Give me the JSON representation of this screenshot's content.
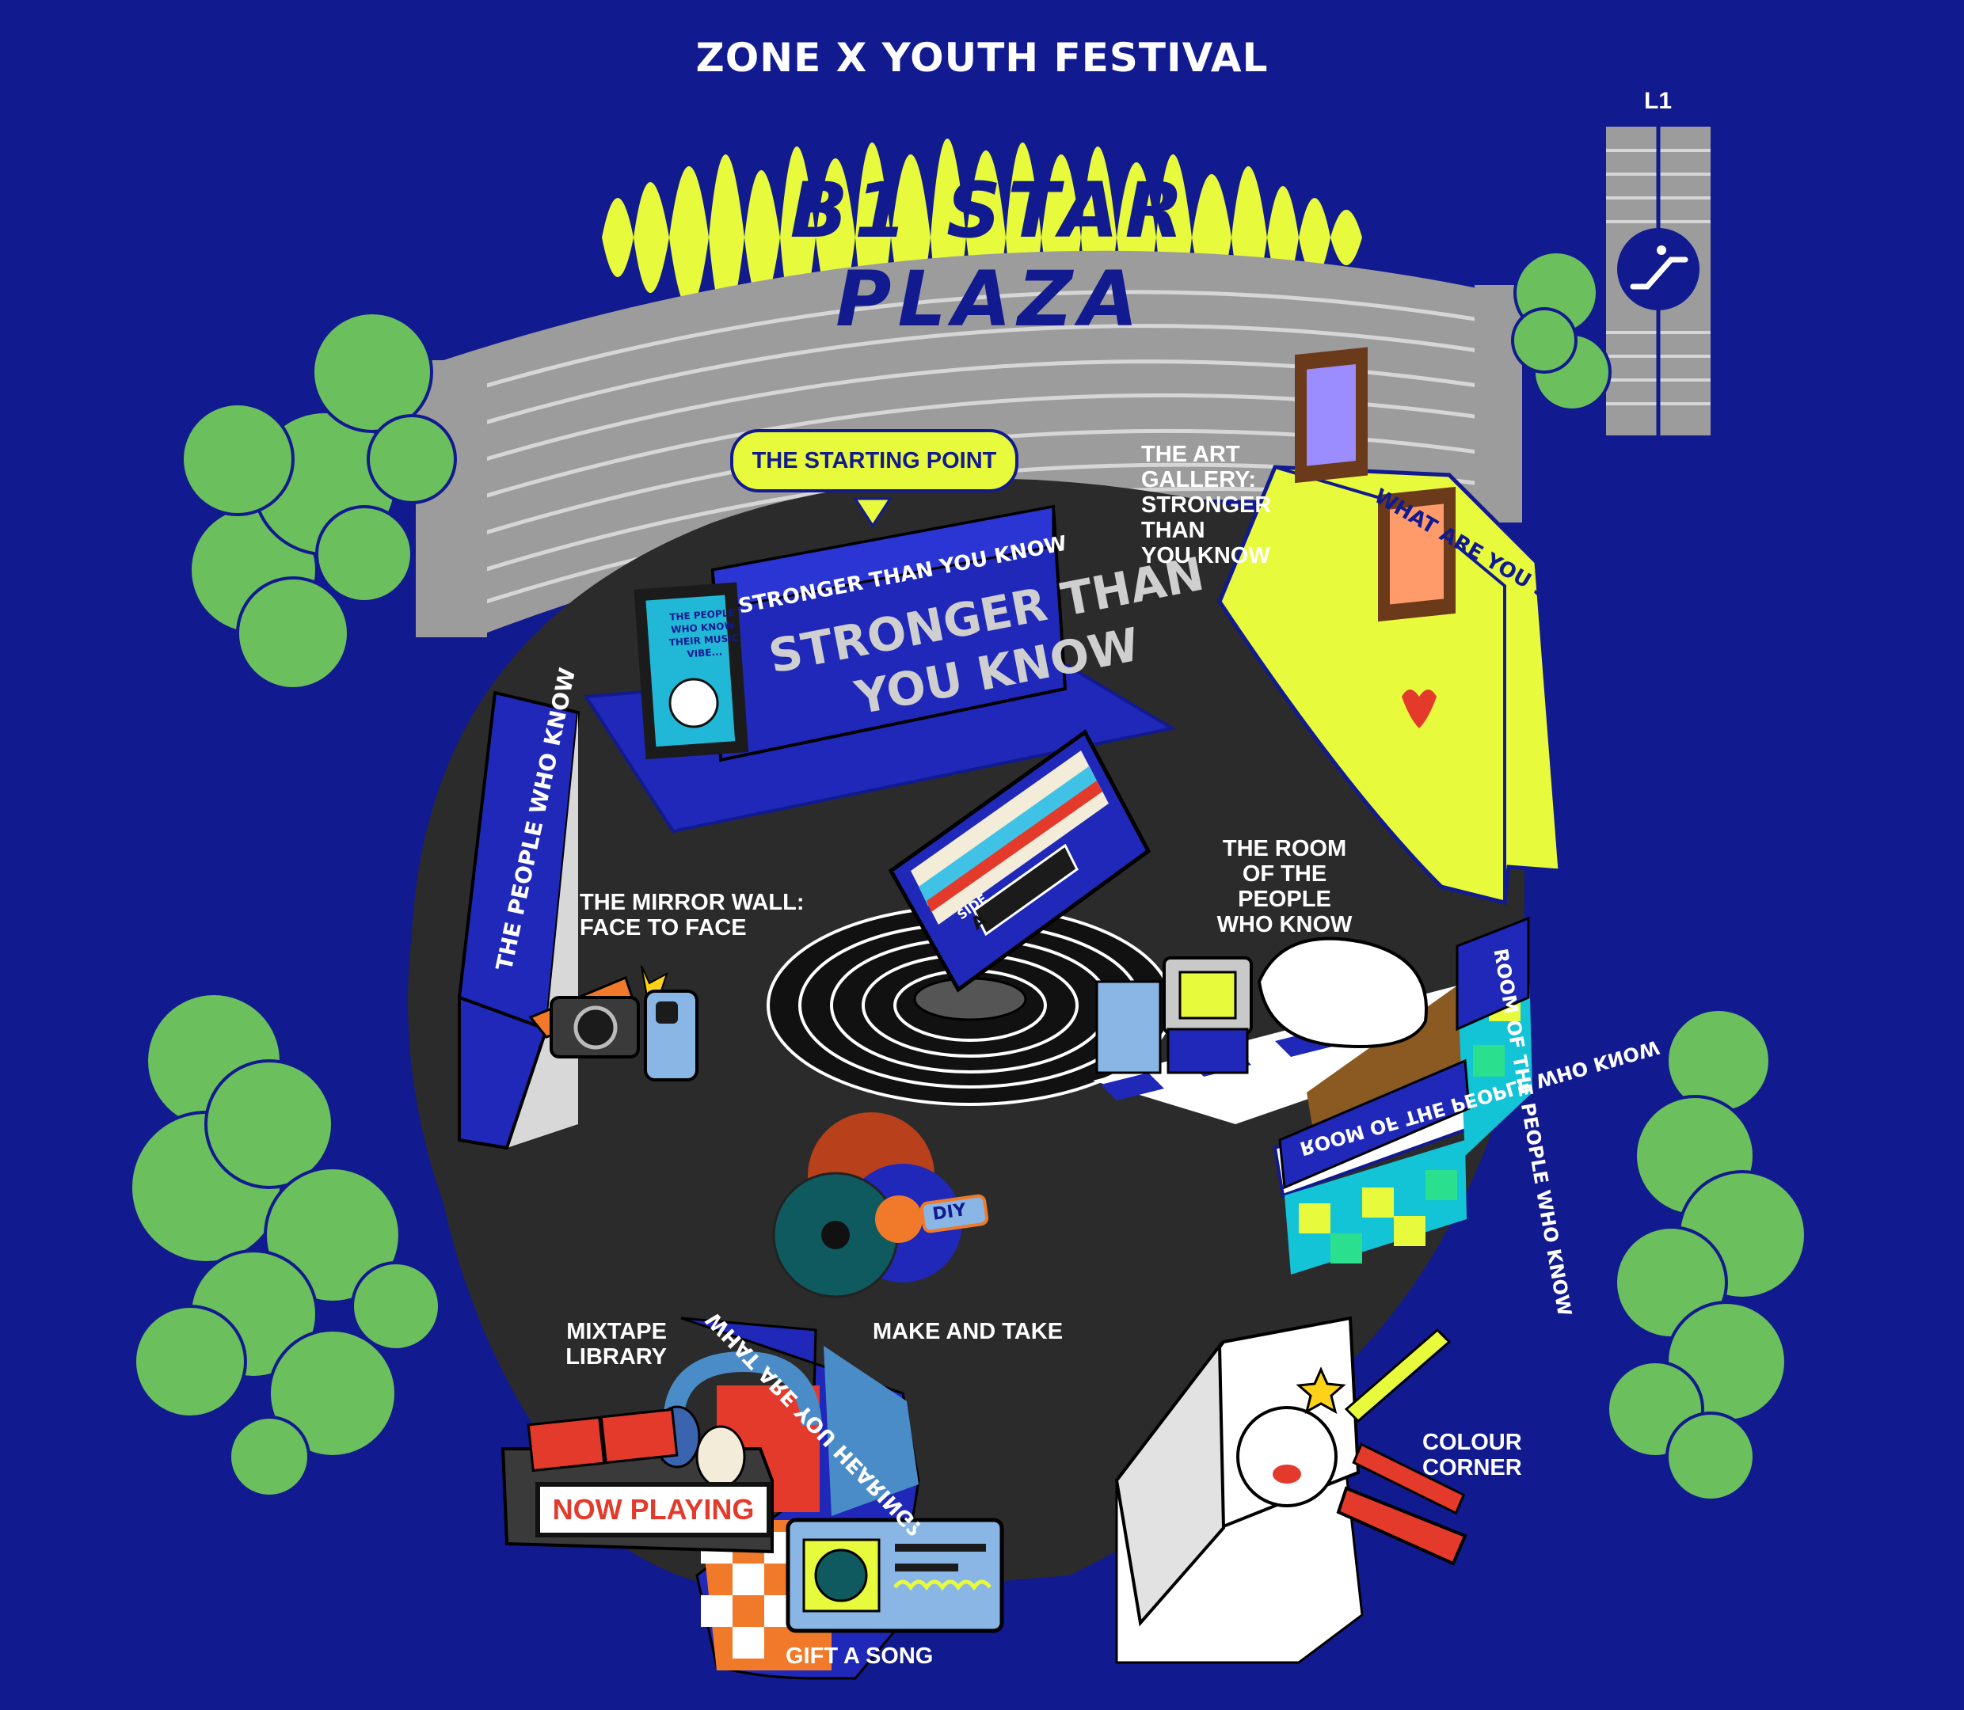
{
  "header": {
    "title": "ZONE X YOUTH FESTIVAL",
    "plaza_name": "B1 STAR PLAZA",
    "level_label": "L1"
  },
  "map": {
    "starting_point": "THE STARTING POINT",
    "stage_banner_top": "STRONGER THAN YOU KNOW",
    "stage_banner_main": "STRONGER THAN\nYOU KNOW",
    "poster_text": "THE PEOPLE\nWHO KNOW\nTHEIR MUSIC\nVIBE...",
    "art_gallery": "THE ART\nGALLERY:\nSTRONGER\nTHAN\nYOU KNOW",
    "art_gallery_wall": "WHAT ARE YOU SEEING?",
    "people_wall": "THE PEOPLE WHO KNOW",
    "mirror_wall": "THE MIRROR WALL:\nFACE TO FACE",
    "room_people": "THE ROOM\nOF THE PEOPLE\nWHO KNOW",
    "room_wall": "ROOM OF THE PEOPLE WHO KNOW",
    "room_wall_bottom": "ROOM OF THE PEOPLE WHO KNOW",
    "cassette_side": "SIDE",
    "cassette_letter": "A",
    "make_and_take": "MAKE AND TAKE",
    "diy_tag": "DIY",
    "mixtape_library": "MIXTAPE\nLIBRARY",
    "mixtape_wall": "WHAT ARE YOU HEARING?",
    "now_playing": "NOW PLAYING",
    "gift_a_song": "GIFT A SONG",
    "colour_corner": "COLOUR\nCORNER"
  },
  "colors": {
    "background": "#111a8f",
    "accent_yellow": "#e8fa3c",
    "floor": "#2b2b2b",
    "steps": "#9c9c9c",
    "trees": "#6bbf5c",
    "stage_blue": "#1f28b8",
    "red": "#e43a2c"
  },
  "icons": [
    "escalator-icon",
    "camera-icon",
    "phone-icon",
    "headphones-icon",
    "cassette-icon",
    "vinyl-record-icon",
    "retro-computer-icon",
    "pencil-icon",
    "star-icon"
  ]
}
